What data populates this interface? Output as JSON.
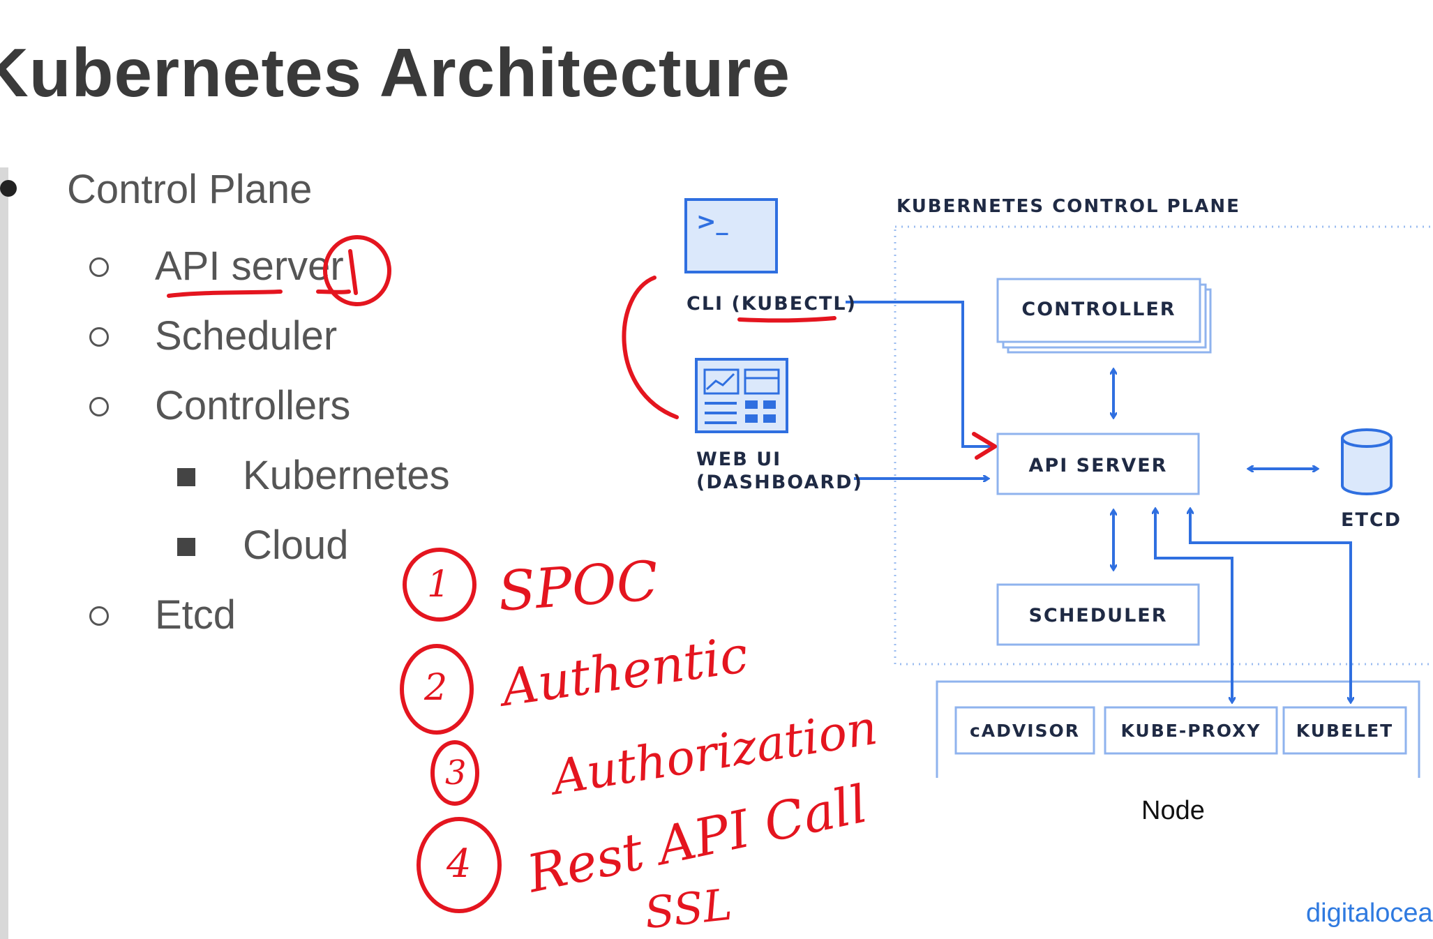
{
  "slide": {
    "title": "Kubernetes Architecture",
    "bullets": [
      {
        "text": "Control Plane",
        "level": 0
      },
      {
        "text": "API server",
        "level": 1
      },
      {
        "text": "Scheduler",
        "level": 1
      },
      {
        "text": "Controllers",
        "level": 1
      },
      {
        "text": "Kubernetes",
        "level": 2
      },
      {
        "text": "Cloud",
        "level": 2
      },
      {
        "text": "Etcd",
        "level": 1
      }
    ]
  },
  "diagram": {
    "control_plane_label": "KUBERNETES CONTROL PLANE",
    "cli_label": "CLI (KUBECTL)",
    "web_ui_label_line1": "WEB UI",
    "web_ui_label_line2": "(DASHBOARD)",
    "controller": "CONTROLLER",
    "api_server": "API SERVER",
    "scheduler": "SCHEDULER",
    "etcd": "ETCD",
    "node_components": [
      "cADVISOR",
      "KUBE-PROXY",
      "KUBELET"
    ],
    "node_label": "Node",
    "terminal_prompt": ">_",
    "colors": {
      "blue": "#2f6fe0",
      "light_blue": "#dbe8fb",
      "box_border": "#8fb3ee",
      "dotted": "#9bbcf0"
    }
  },
  "annotations": {
    "color": "#e4151f",
    "numbers": [
      "1",
      "2",
      "3",
      "4"
    ],
    "lines": [
      "SPOC",
      "Authentic",
      "Authorization",
      "Rest API Call",
      "SSL"
    ]
  },
  "footer": {
    "text": "digitalocea"
  }
}
